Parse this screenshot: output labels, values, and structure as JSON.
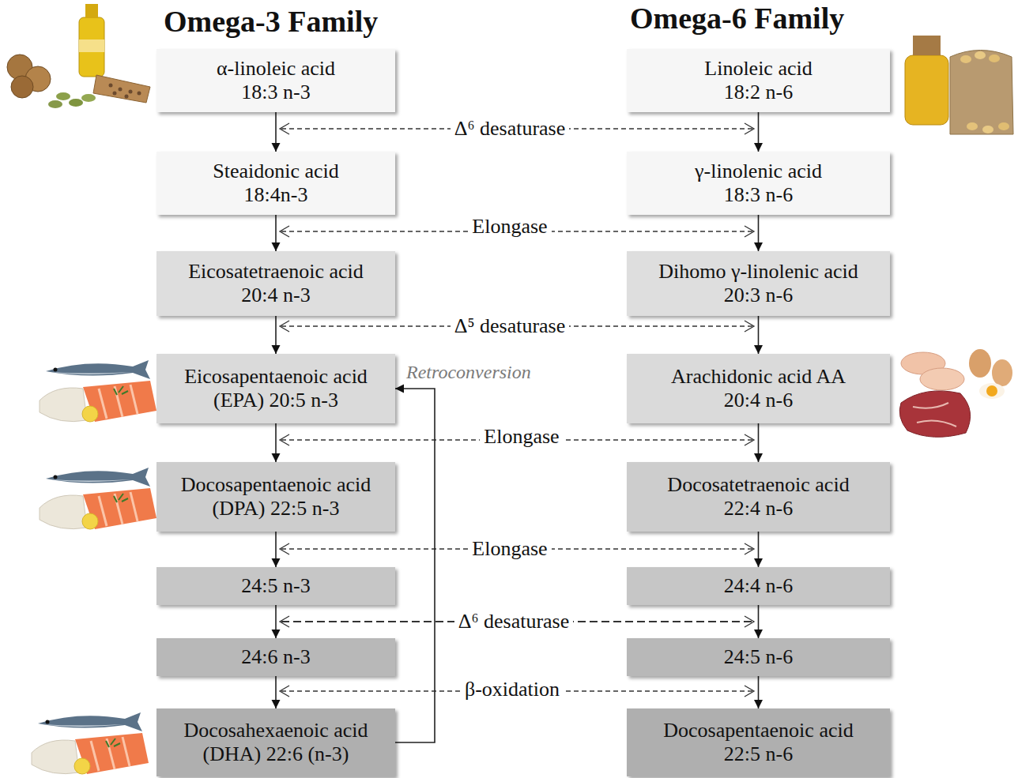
{
  "diagram": {
    "nodes": [
      {
        "text": [
          "α-linoleic acid",
          "18:3 n-3"
        ]
      },
      {
        "text": [
          "Linoleic acid",
          "18:2 n-6"
        ]
      },
      {
        "text": [
          "Steaidonic acid",
          "18:4n-3"
        ]
      },
      {
        "text": [
          "γ-linolenic acid",
          "18:3 n-6"
        ]
      },
      {
        "text": [
          "Eicosatetraenoic acid",
          "20:4 n-3"
        ]
      },
      {
        "text": [
          "Dihomo γ-linolenic acid",
          "20:3 n-6"
        ]
      },
      {
        "text": [
          "Eicosapentaenoic acid",
          "(EPA) 20:5 n-3"
        ]
      },
      {
        "text": [
          "Arachidonic acid AA",
          "20:4 n-6"
        ]
      },
      {
        "text": [
          "Docosapentaenoic acid",
          "(DPA) 22:5 n-3"
        ]
      },
      {
        "text": [
          "Docosatetraenoic acid",
          "22:4 n-6"
        ]
      },
      {
        "text": [
          "24:5 n-3"
        ]
      },
      {
        "text": [
          "24:4 n-6"
        ]
      },
      {
        "text": [
          "24:6 n-3"
        ]
      },
      {
        "text": [
          "24:5 n-6"
        ]
      },
      {
        "text": [
          "Docosahexaenoic acid",
          "(DHA) 22:6 (n-3)"
        ]
      },
      {
        "text": [
          "Docosapentaenoic acid",
          "22:5 n-6"
        ]
      }
    ],
    "edges": [
      {
        "from": 0,
        "to": 2,
        "arrow": "to"
      },
      {
        "from": 2,
        "to": 4,
        "arrow": "to"
      },
      {
        "from": 4,
        "to": 6,
        "arrow": "to"
      },
      {
        "from": 6,
        "to": 8,
        "arrow": "to"
      },
      {
        "from": 8,
        "to": 10,
        "arrow": "to"
      },
      {
        "from": 10,
        "to": 12,
        "arrow": "to"
      },
      {
        "from": 12,
        "to": 14,
        "arrow": "to"
      },
      {
        "from": 1,
        "to": 3,
        "arrow": "to"
      },
      {
        "from": 3,
        "to": 5,
        "arrow": "to"
      },
      {
        "from": 5,
        "to": 7,
        "arrow": "to"
      },
      {
        "from": 7,
        "to": 9,
        "arrow": "to"
      },
      {
        "from": 9,
        "to": 11,
        "arrow": "to"
      },
      {
        "from": 11,
        "to": 13,
        "arrow": "to"
      },
      {
        "from": 13,
        "to": 15,
        "arrow": "to"
      },
      {
        "from": 14,
        "to": 6,
        "label": "Retroconversion",
        "arrow": "to"
      }
    ],
    "labels": [
      "Omega-3 Family",
      "Omega-6 Family",
      "Δ⁶ desaturase",
      "Elongase",
      "Δ⁵ desaturase",
      "Elongase",
      "Elongase",
      "Δ⁶ desaturase",
      "β-oxidation"
    ]
  }
}
